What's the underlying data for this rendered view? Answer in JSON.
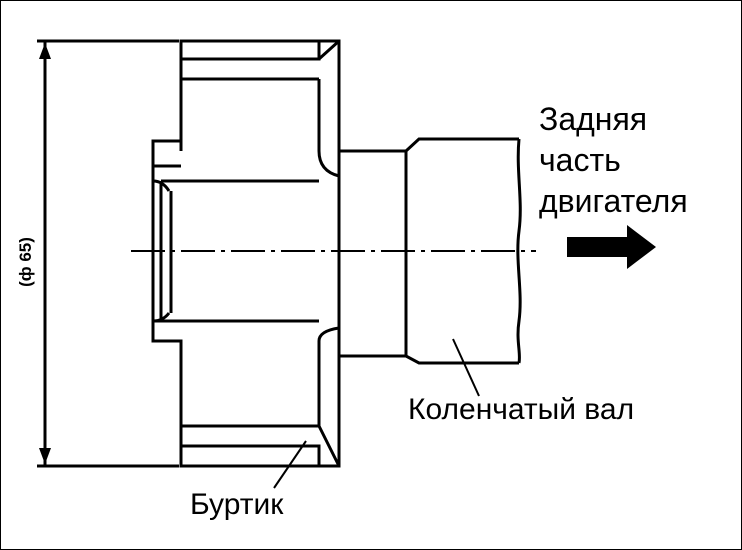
{
  "labels": {
    "rear_of_engine": [
      "Задняя",
      "часть",
      "двигателя"
    ],
    "crankshaft": "Коленчатый вал",
    "collar": "Буртик",
    "diameter": "(ф 65)"
  },
  "colors": {
    "line": "#000000",
    "background": "#ffffff"
  },
  "icons": {
    "direction_arrow": "arrow-right-icon"
  }
}
